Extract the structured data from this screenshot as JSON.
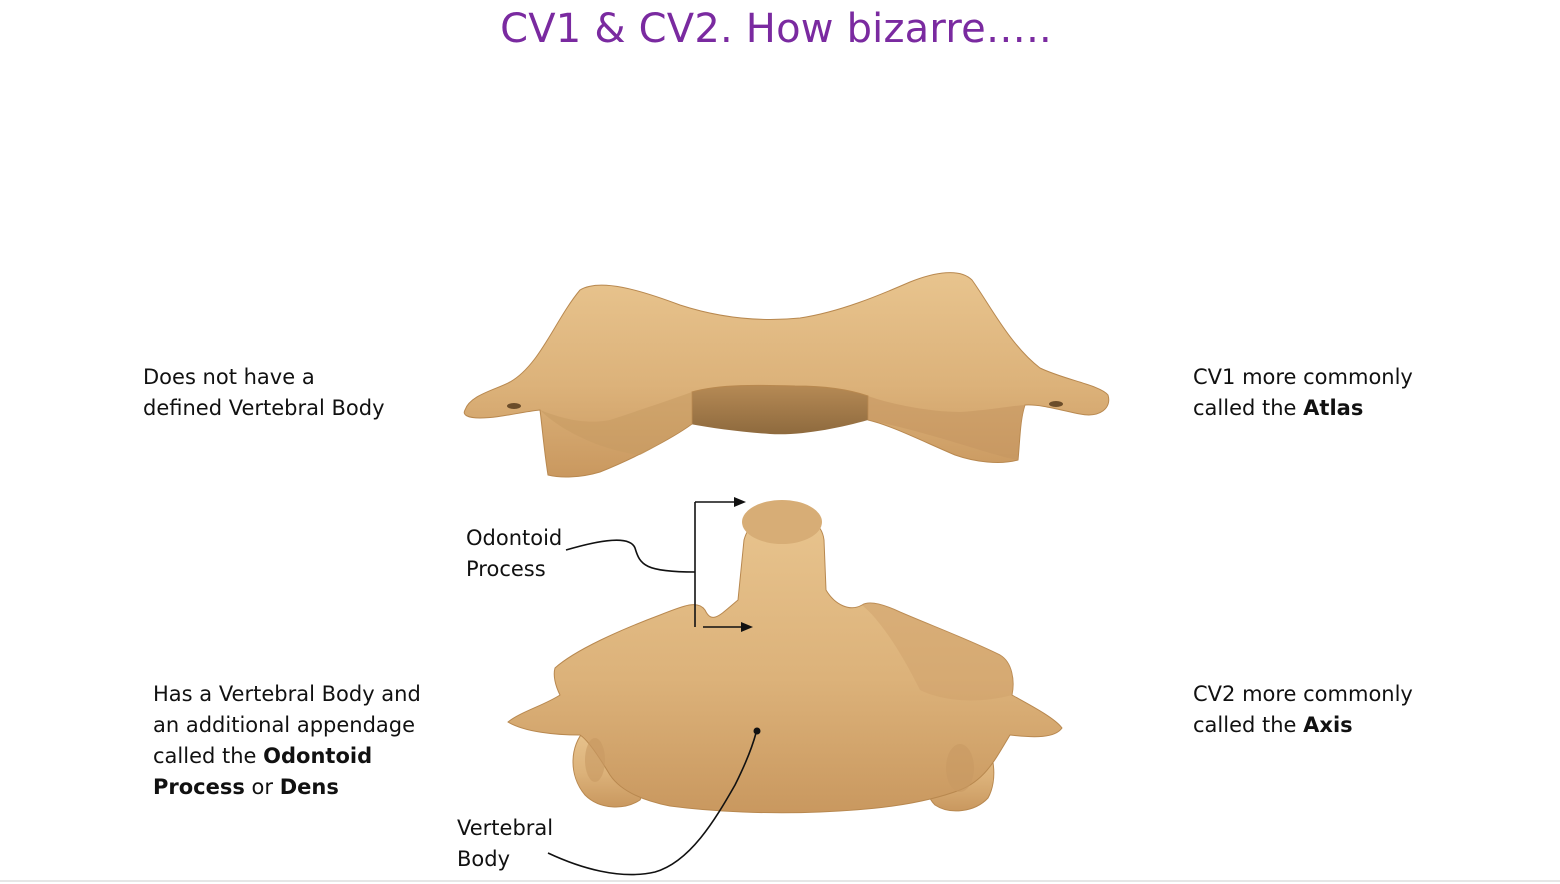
{
  "slide": {
    "title": "CV1 & CV2.  How bizarre…..",
    "title_color": "#7a2aa0",
    "bone_color": "#e0b77f"
  },
  "cv1_left_note": {
    "lines": [
      "Does not have a",
      "defined Vertebral Body"
    ]
  },
  "cv1_right_note": {
    "line1": "CV1 more commonly",
    "line2_prefix": "called the ",
    "line2_bold": "Atlas"
  },
  "cv2_left_note": {
    "line1": "Has a Vertebral Body and",
    "line2": "an additional appendage",
    "line3_prefix": "called the ",
    "line3_bold": "Odontoid",
    "line4_bold1": "Process",
    "line4_mid": " or ",
    "line4_bold2": "Dens"
  },
  "cv2_right_note": {
    "line1": "CV2 more commonly",
    "line2_prefix": "called the ",
    "line2_bold": "Axis"
  },
  "labels": {
    "odontoid": [
      "Odontoid",
      "Process"
    ],
    "vertebral_body": [
      "Vertebral",
      "Body"
    ]
  }
}
